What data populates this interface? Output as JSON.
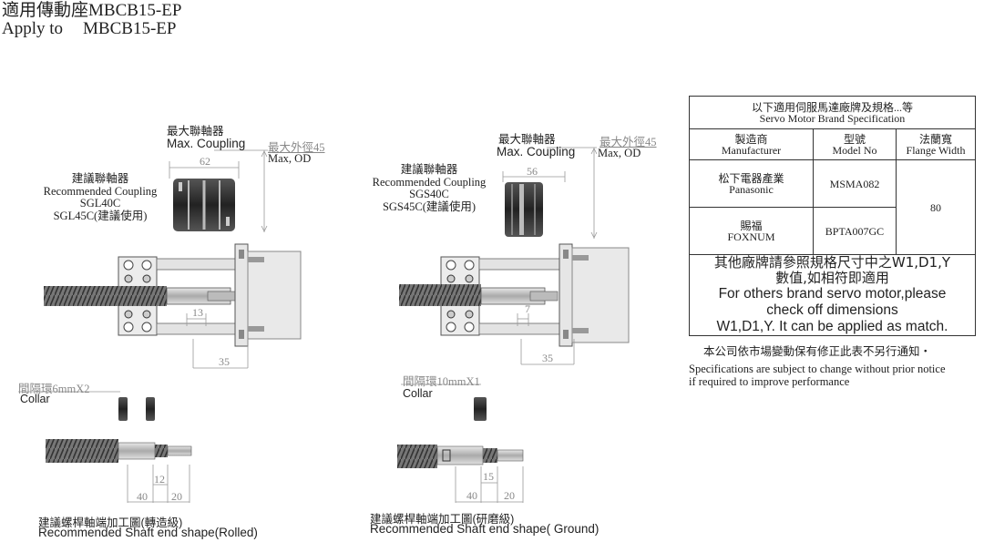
{
  "header": {
    "title_cn": "適用傳動座MBCB15-EP",
    "title_en_prefix": "Apply to",
    "title_en_model": "MBCB15-EP"
  },
  "left_assembly": {
    "max_coupling_cn": "最大聯軸器",
    "max_coupling_en": "Max. Coupling",
    "max_od_cn": "最大外徑45",
    "max_od_en": "Max, OD",
    "coupling_length": "62",
    "rec_coupling_cn": "建議聯軸器",
    "rec_coupling_en": "Recommended Coupling",
    "rec_model_1": "SGL40C",
    "rec_model_2": "SGL45C(建議使用)",
    "dim_13": "13",
    "dim_35": "35"
  },
  "right_assembly": {
    "max_coupling_cn": "最大聯軸器",
    "max_coupling_en": "Max. Coupling",
    "max_od_cn": "最大外徑45",
    "max_od_en": "Max, OD",
    "coupling_length": "56",
    "rec_coupling_cn": "建議聯軸器",
    "rec_coupling_en": "Recommended Coupling",
    "rec_model_1": "SGS40C",
    "rec_model_2": "SGS45C(建議使用)",
    "dim_7": "7",
    "dim_35": "35"
  },
  "left_collar": {
    "cn": "間隔環6mmX2",
    "en": "Collar"
  },
  "right_collar": {
    "cn": "間隔環10mmX1",
    "en": "Collar"
  },
  "left_shaft": {
    "dim_12": "12",
    "dim_40": "40",
    "dim_20": "20",
    "caption_cn": "建議螺桿軸端加工圖(轉造級)",
    "caption_en": "Recommended Shaft end shape(Rolled)"
  },
  "right_shaft": {
    "dim_15": "15",
    "dim_40": "40",
    "dim_20": "20",
    "caption_cn": "建議螺桿軸端加工圖(研磨級)",
    "caption_en": "Recommended Shaft end shape( Ground)"
  },
  "spec_table": {
    "title_cn": "以下適用伺服馬達廠牌及規格...等",
    "title_en": "Servo Motor Brand Specification",
    "col1_cn": "製造商",
    "col1_en": "Manufacturer",
    "col2_cn": "型號",
    "col2_en": "Model No",
    "col3_cn": "法蘭寬",
    "col3_en": "Flange Width",
    "rows": [
      {
        "maker_cn": "松下電器產業",
        "maker_en": "Panasonic",
        "model": "MSMA082"
      },
      {
        "maker_cn": "賜福",
        "maker_en": "FOXNUM",
        "model": "BPTA007GC"
      }
    ],
    "flange": "80",
    "note_cn_1": "其他廠牌請參照規格尺寸中之W1,D1,Y",
    "note_cn_2": "數值,如相符即適用",
    "note_en_1": "For others brand servo motor,please",
    "note_en_2": "check off dimensions",
    "note_en_3": "W1,D1,Y. It can be applied as match."
  },
  "disclaimer": {
    "cn": "本公司依市場變動保有修正此表不另行通知・",
    "en_1": "Specifications are subject to change without prior notice",
    "en_2": "if required to improve performance"
  }
}
